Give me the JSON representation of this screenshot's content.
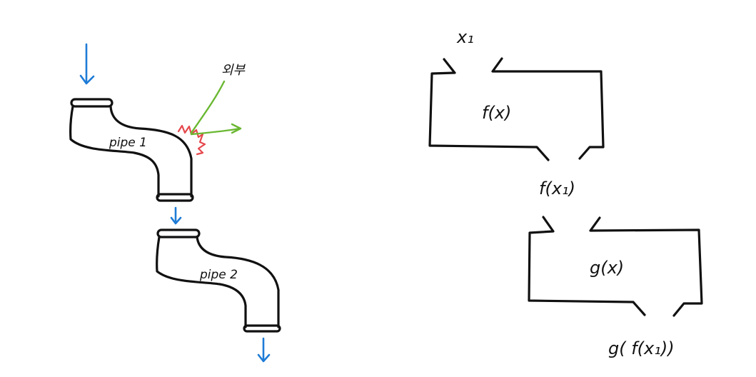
{
  "left": {
    "pipe1_label": "pipe 1",
    "pipe2_label": "pipe 2",
    "external_label": "외부"
  },
  "right": {
    "input_label": "x₁",
    "box1_label": "f(x)",
    "mid_label": "f(x₁)",
    "box2_label": "g(x)",
    "output_label": "g( f(x₁))"
  },
  "colors": {
    "ink": "#111111",
    "flow_arrow": "#1e7bd6",
    "external_arrow": "#6ab832",
    "leak_mark": "#e5484d"
  }
}
